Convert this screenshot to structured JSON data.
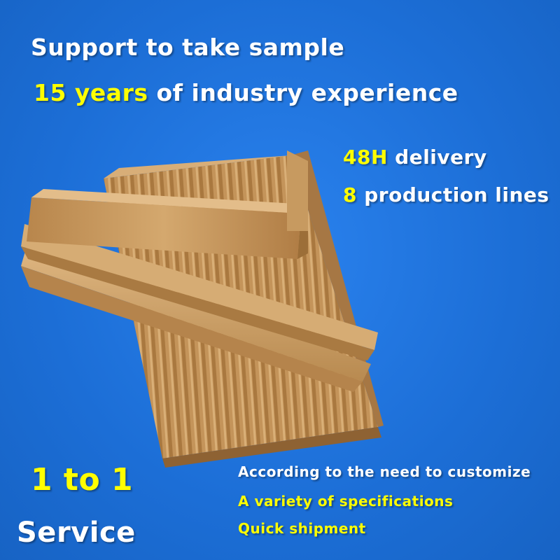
{
  "headline": "Support to take sample",
  "experience": {
    "highlight": "15 years",
    "rest": " of industry experience"
  },
  "delivery": {
    "highlight": "48H",
    "rest": " delivery"
  },
  "production": {
    "highlight": "8",
    "rest": " production lines"
  },
  "service": {
    "top": "1 to 1",
    "bottom": "Service"
  },
  "features": [
    "According to the need to customize",
    "A variety of specifications",
    "Quick shipment"
  ],
  "colors": {
    "background": "#1f73d9",
    "highlight": "#ffff00",
    "text": "#ffffff",
    "kraft": "#c89a5e"
  }
}
